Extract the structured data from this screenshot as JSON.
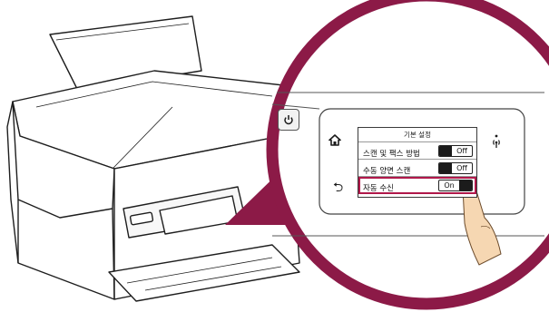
{
  "panel": {
    "title": "기본 설정",
    "rows": [
      {
        "label": "스캔 및 팩스 방법",
        "toggle": "Off",
        "selected": false
      },
      {
        "label": "수동 양면 스캔",
        "toggle": "Off",
        "selected": false
      },
      {
        "label": "자동 수신",
        "toggle": "On",
        "selected": true
      }
    ]
  },
  "icons": {
    "home": "home-icon",
    "back": "back-arrow-icon",
    "wireless": "wireless-icon",
    "power": "power-icon"
  },
  "colors": {
    "magnifier_border": "#8c1a47",
    "selection_highlight": "#b0184a",
    "finger": "#f6d7b2"
  }
}
